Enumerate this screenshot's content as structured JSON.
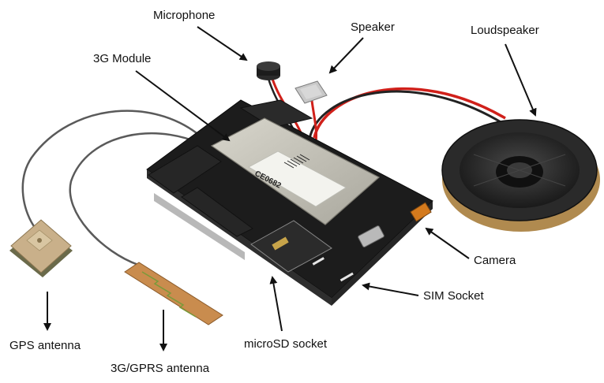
{
  "labels": {
    "microphone": "Microphone",
    "speaker": "Speaker",
    "loudspeaker": "Loudspeaker",
    "module_3g": "3G Module",
    "camera": "Camera",
    "sim_socket": "SIM Socket",
    "microsd_socket": "microSD socket",
    "gps_antenna": "GPS antenna",
    "gprs_antenna": "3G/GPRS antenna"
  },
  "module_sticker": {
    "ce_mark": "CE0682"
  },
  "colors": {
    "pcb": "#1c1c1c",
    "module_shield": "#c9c7bd",
    "gps_patch": "#c9b08a",
    "antenna_strip": "#c98c4e",
    "wire_red": "#d0201a",
    "arrow": "#111111"
  }
}
